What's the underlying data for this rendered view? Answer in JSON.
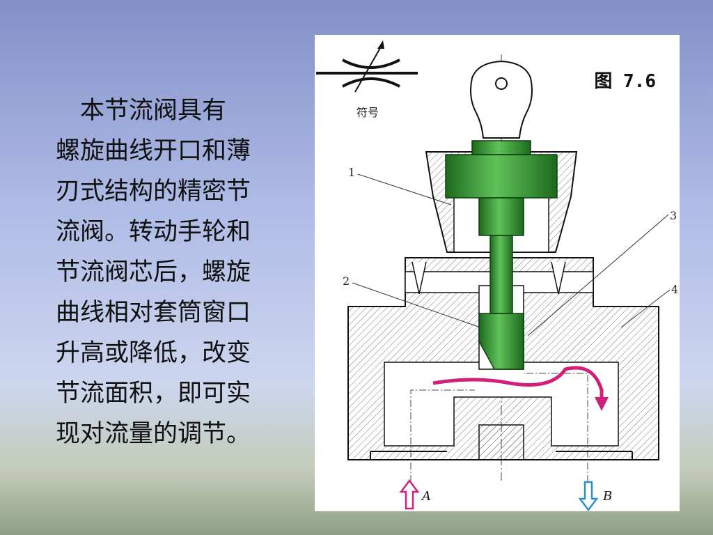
{
  "description": {
    "lines": [
      "　本节流阀具有",
      "螺旋曲线开口和薄",
      "刃式结构的精密节",
      "流阀。转动手轮和",
      "节流阀芯后，螺旋",
      "曲线相对套筒窗口",
      "升高或降低，改变",
      "节流面积，即可实",
      "现对流量的调节。"
    ]
  },
  "figure": {
    "title": "图 7.6",
    "symbol_label": "符号",
    "part_labels": [
      "1",
      "2",
      "3",
      "4"
    ],
    "ports": {
      "inlet": "A",
      "outlet": "B"
    },
    "colors": {
      "spool": "#3a9a3a",
      "flow_arrow": "#d0207a",
      "inlet_arrow": "#d0207a",
      "outlet_arrow": "#2a90d0"
    }
  }
}
